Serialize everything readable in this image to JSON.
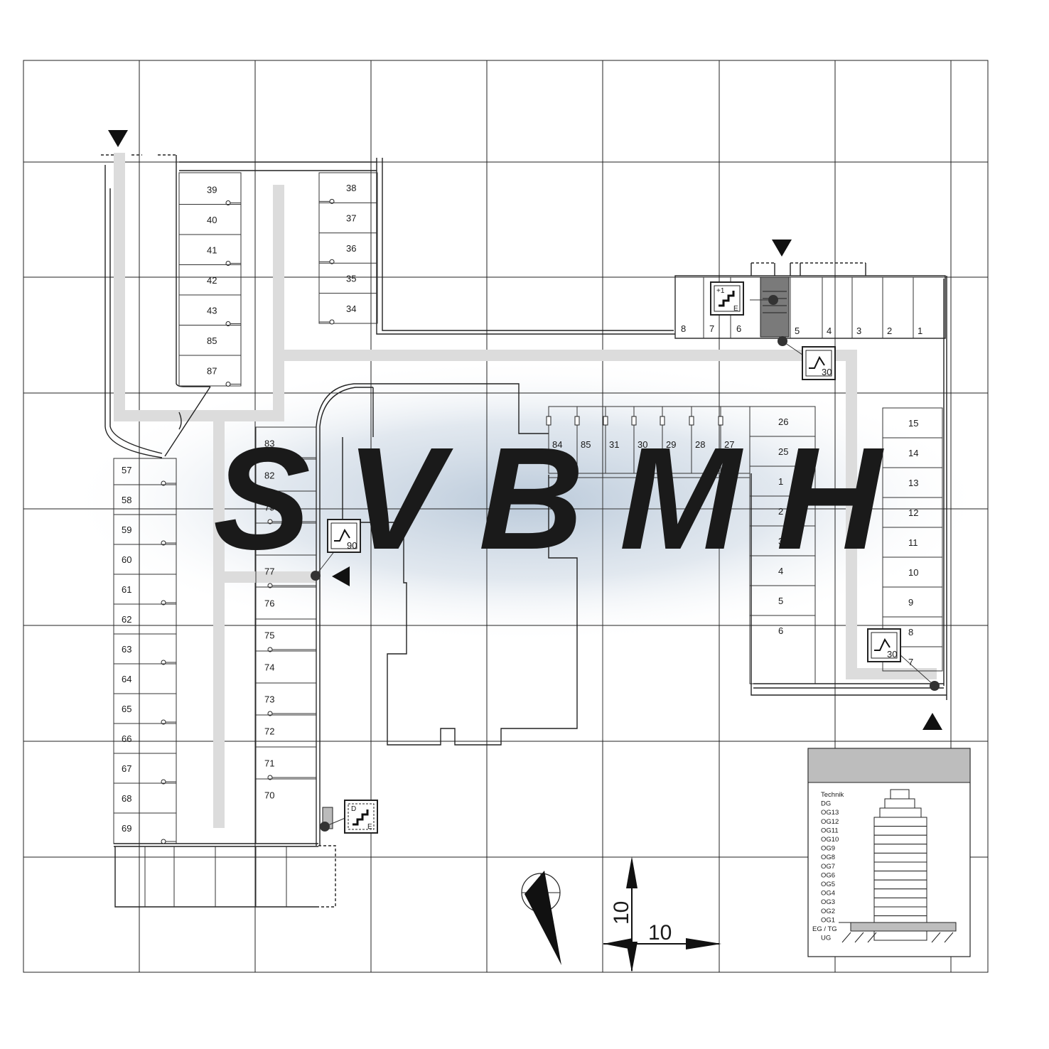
{
  "watermark": "SVBMH",
  "colors": {
    "route": "#dcdcdc",
    "stair_core": "#7a7a7a",
    "legend_header": "#bdbdbd",
    "glow": "#b7c7d8"
  },
  "spaces": {
    "upper_left_column": [
      "39",
      "40",
      "41",
      "42",
      "43",
      "85",
      "87"
    ],
    "upper_middle_column": [
      "38",
      "37",
      "36",
      "35",
      "34"
    ],
    "left_column": [
      "57",
      "58",
      "59",
      "60",
      "61",
      "62",
      "63",
      "64",
      "65",
      "66",
      "67",
      "68",
      "69"
    ],
    "inner_column": [
      "83",
      "82",
      "79",
      "78",
      "77",
      "76",
      "75",
      "74",
      "73",
      "72",
      "71",
      "70"
    ],
    "north_right_row": [
      "5",
      "4",
      "3",
      "2",
      "1"
    ],
    "north_left_row": [
      "8",
      "7",
      "6"
    ],
    "central_row": [
      "84",
      "85",
      "31",
      "30",
      "29",
      "28",
      "27"
    ],
    "east_inner_column": [
      "26",
      "25",
      "1",
      "2",
      "3",
      "4",
      "5",
      "6"
    ],
    "east_column": [
      "15",
      "14",
      "13",
      "12",
      "11",
      "10",
      "9",
      "8",
      "7"
    ]
  },
  "symbols": {
    "stair_top": {
      "top_left": "+1",
      "bottom_right": "E",
      "icon": "stairs-icon"
    },
    "stair_bottom": {
      "top_left": "D",
      "bottom_right": "E",
      "icon": "stairs-icon"
    },
    "fire_door_top": {
      "rating": "30",
      "icon": "fire-door-icon"
    },
    "fire_door_mid": {
      "rating": "90",
      "icon": "fire-door-icon"
    },
    "fire_door_right": {
      "rating": "30",
      "icon": "fire-door-icon"
    }
  },
  "scale": {
    "vertical": "10",
    "horizontal": "10"
  },
  "compass": {
    "icon": "north-arrow-icon"
  },
  "legend": {
    "levels": [
      "Technik",
      "DG",
      "OG13",
      "OG12",
      "OG11",
      "OG10",
      "OG9",
      "OG8",
      "OG7",
      "OG6",
      "OG5",
      "OG4",
      "OG3",
      "OG2",
      "OG1",
      "EG / TG",
      "UG"
    ]
  }
}
